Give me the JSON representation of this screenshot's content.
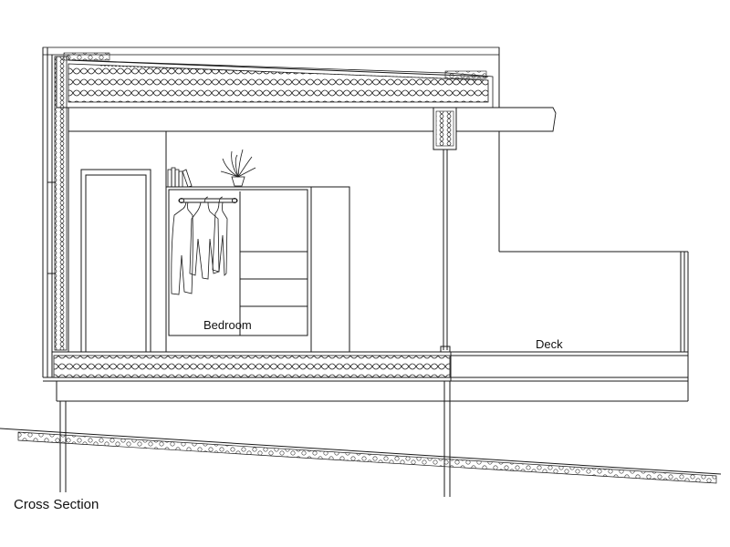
{
  "labels": {
    "bedroom": "Bedroom",
    "deck": "Deck",
    "drawing_title": "Cross Section"
  },
  "colors": {
    "line": "#1a1a1a",
    "background": "#ffffff"
  },
  "icons": {
    "plant": "potted-plant-icon",
    "books": "books-icon",
    "clothes": "hanging-clothes-icon"
  }
}
